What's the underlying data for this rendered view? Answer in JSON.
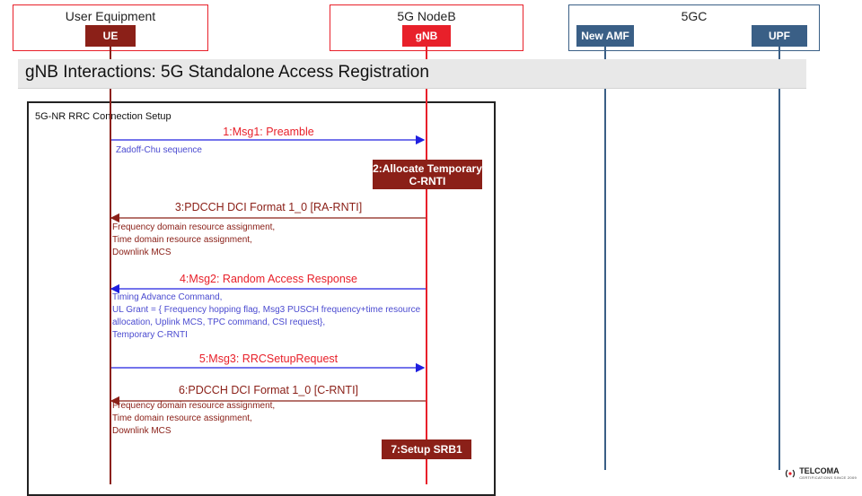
{
  "groups": [
    {
      "title": "User Equipment"
    },
    {
      "title": "5G NodeB"
    },
    {
      "title": "5GC"
    }
  ],
  "entities": {
    "ue": "UE",
    "gnb": "gNB",
    "amf": "New AMF",
    "upf": "UPF"
  },
  "colors": {
    "ue": "#8b2018",
    "gnb": "#e8202a",
    "core": "#3a5f86",
    "blue_msg": "#2020e0",
    "red_msg": "#8b2018",
    "red_label": "#e8202a",
    "blue_note": "#4a4ad0"
  },
  "banner_title": "gNB Interactions: 5G Standalone Access Registration",
  "section_title": "5G-NR RRC Connection Setup",
  "messages": [
    {
      "label": "1:Msg1: Preamble",
      "direction": "ue_to_gnb",
      "style": "blue"
    },
    {
      "label": "3:PDCCH DCI Format 1_0 [RA-RNTI]",
      "direction": "gnb_to_ue",
      "style": "red"
    },
    {
      "label": "4:Msg2: Random Access Response",
      "direction": "gnb_to_ue",
      "style": "blue"
    },
    {
      "label": "5:Msg3: RRCSetupRequest",
      "direction": "ue_to_gnb",
      "style": "blue"
    },
    {
      "label": "6:PDCCH DCI Format 1_0 [C-RNTI]",
      "direction": "gnb_to_ue",
      "style": "red"
    }
  ],
  "notes": [
    {
      "text": "Zadoff-Chu sequence"
    },
    {
      "text": "Frequency domain resource assignment,\nTime domain resource assignment,\nDownlink MCS"
    },
    {
      "text": "Timing Advance Command,\nUL Grant = { Frequency hopping flag, Msg3 PUSCH frequency+time resource\nallocation, Uplink MCS, TPC command, CSI request},\nTemporary C-RNTI"
    },
    {
      "text": "Frequency domain resource assignment,\nTime domain resource assignment,\nDownlink MCS"
    }
  ],
  "actions": [
    {
      "text": "2:Allocate Temporary C-RNTI"
    },
    {
      "text": "7:Setup SRB1"
    }
  ],
  "logo": {
    "name": "TELCOMA",
    "tagline": "CERTIFICATIONS SINCE 2009"
  }
}
